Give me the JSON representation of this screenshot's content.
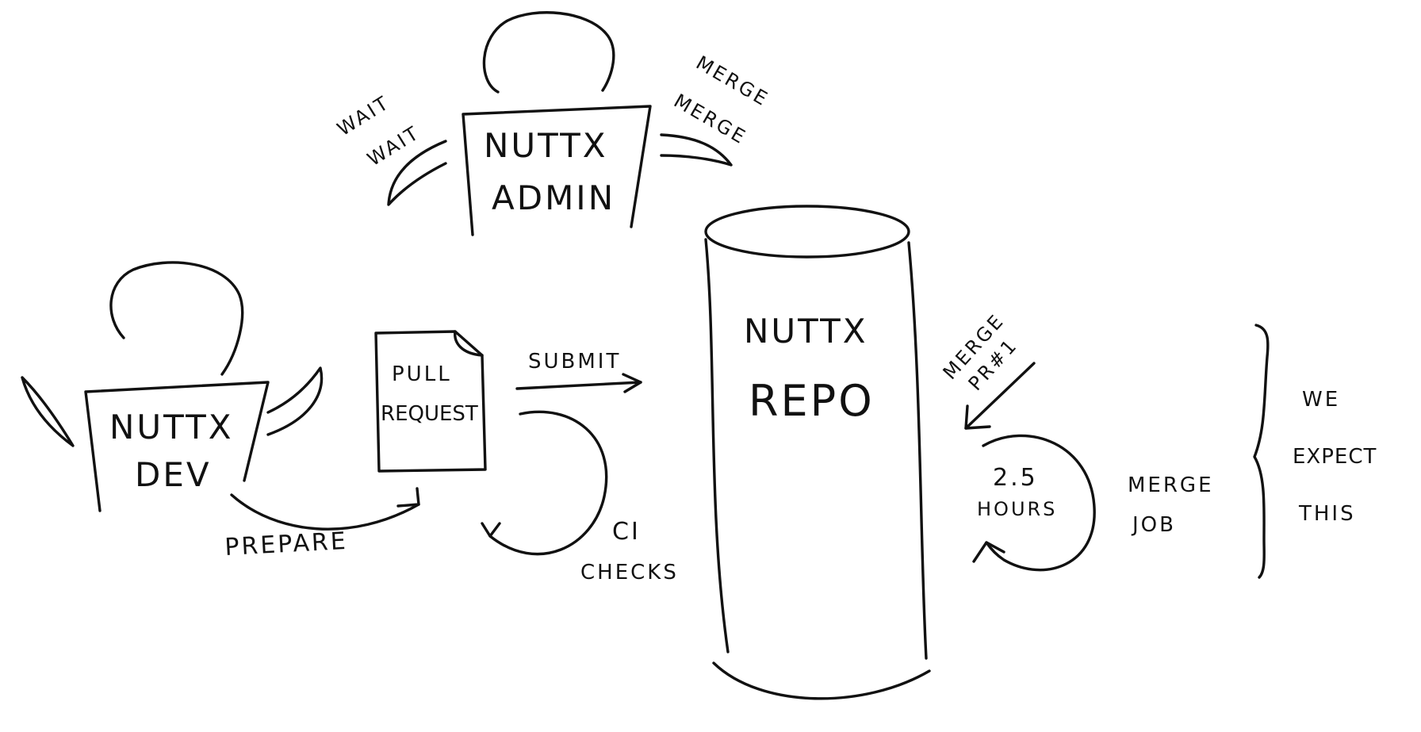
{
  "actors": {
    "admin": {
      "line1": "NUTTX",
      "line2": "ADMIN"
    },
    "dev": {
      "line1": "NUTTX",
      "line2": "DEV"
    }
  },
  "repo": {
    "line1": "NUTTX",
    "line2": "REPO"
  },
  "pull_request": {
    "line1": "PULL",
    "line2": "REQUEST"
  },
  "labels": {
    "wait_1": "WAIT",
    "wait_2": "WAIT",
    "merge_1": "MERGE",
    "merge_2": "MERGE",
    "submit": "SUBMIT",
    "prepare": "PREPARE",
    "ci_line1": "CI",
    "ci_line2": "CHECKS",
    "merge_pr_line1": "MERGE",
    "merge_pr_line2": "PR#1",
    "duration_line1": "2.5",
    "duration_line2": "HOURS",
    "merge_job_line1": "MERGE",
    "merge_job_line2": "JOB",
    "expect_line1": "WE",
    "expect_line2": "EXPECT",
    "expect_line3": "THIS"
  },
  "stroke_color": "#111111",
  "background_color": "#ffffff"
}
